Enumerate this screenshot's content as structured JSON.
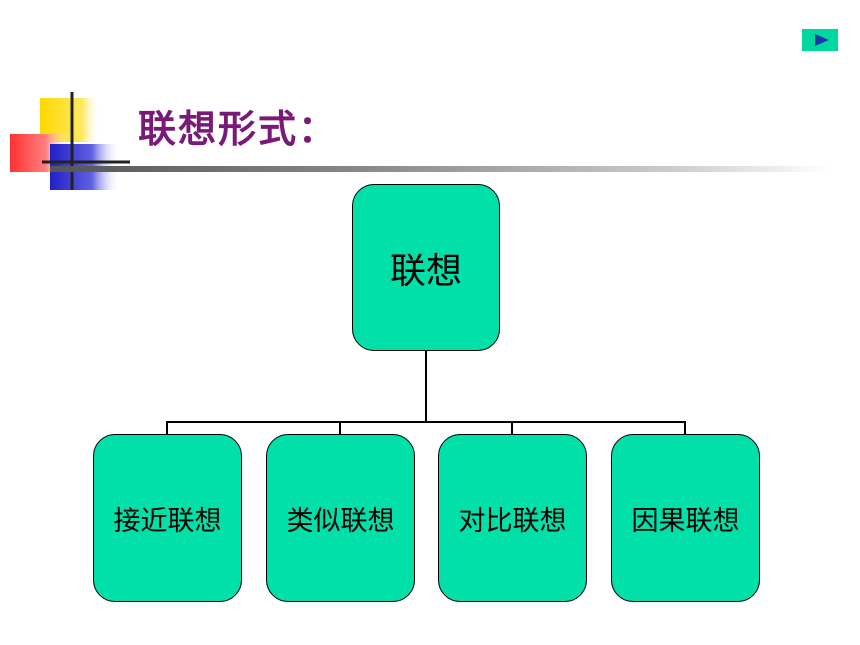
{
  "slide": {
    "title": "联想形式：",
    "colors": {
      "title": "#7a1a78",
      "node_fill": "#00e0a8",
      "nav_button": "#00d8a0",
      "nav_arrow": "#1a3aa8"
    },
    "nav": {
      "icon": "play-next-icon"
    }
  },
  "diagram": {
    "root": "联想",
    "children": [
      "接近联想",
      "类似联想",
      "对比联想",
      "因果联想"
    ]
  }
}
